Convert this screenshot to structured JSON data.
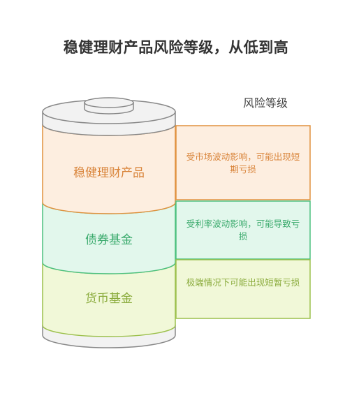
{
  "title": "稳健理财产品风险等级，从低到高",
  "legend_title": "风险等级",
  "segments": [
    {
      "label": "稳健理财产品",
      "description": "受市场波动影响，可能出现短期亏损",
      "colors": {
        "fill": "#fdeee0",
        "stroke": "#e0913e",
        "text": "#d9843a"
      }
    },
    {
      "label": "债券基金",
      "description": "受利率波动影响，可能导致亏损",
      "colors": {
        "fill": "#e2f7ec",
        "stroke": "#4cc07e",
        "text": "#3aaa6c"
      }
    },
    {
      "label": "货币基金",
      "description": "极端情况下可能出现短暂亏损",
      "colors": {
        "fill": "#f1f8d8",
        "stroke": "#9cc04c",
        "text": "#8aab3c"
      }
    }
  ],
  "colors": {
    "cap_fill": "#f2f2f2",
    "cap_stroke": "#888888"
  }
}
